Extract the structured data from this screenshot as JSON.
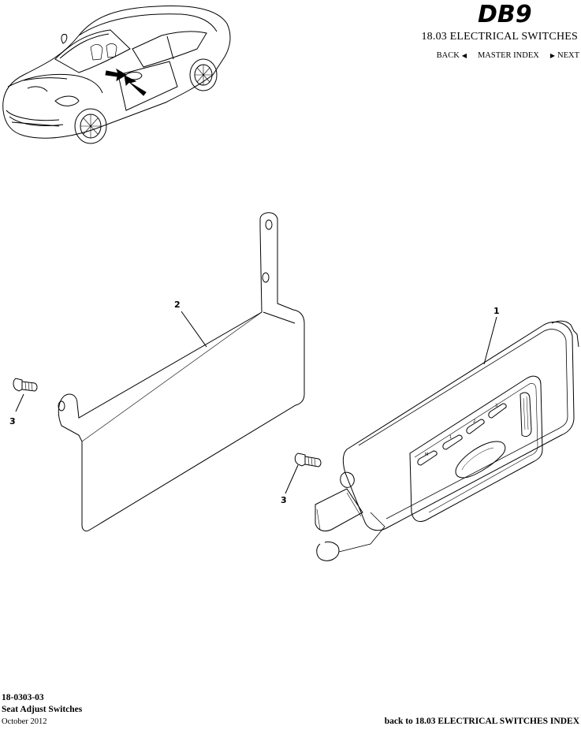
{
  "header": {
    "logo_text": "DB9",
    "section_title": "18.03 ELECTRICAL SWITCHES",
    "nav": {
      "back_label": "BACK",
      "master_index_label": "MASTER INDEX",
      "next_label": "NEXT"
    }
  },
  "callouts": {
    "part1": "1",
    "part2": "2",
    "part3a": "3",
    "part3b": "3"
  },
  "switch_labels": [
    "M",
    "1",
    "2",
    "3"
  ],
  "footer": {
    "code": "18-0303-03",
    "name": "Seat Adjust Switches",
    "date": "October 2012",
    "back_link": "back to 18.03 ELECTRICAL SWITCHES INDEX"
  },
  "icons": {
    "back": "triangle-left-icon",
    "next": "triangle-right-icon"
  }
}
